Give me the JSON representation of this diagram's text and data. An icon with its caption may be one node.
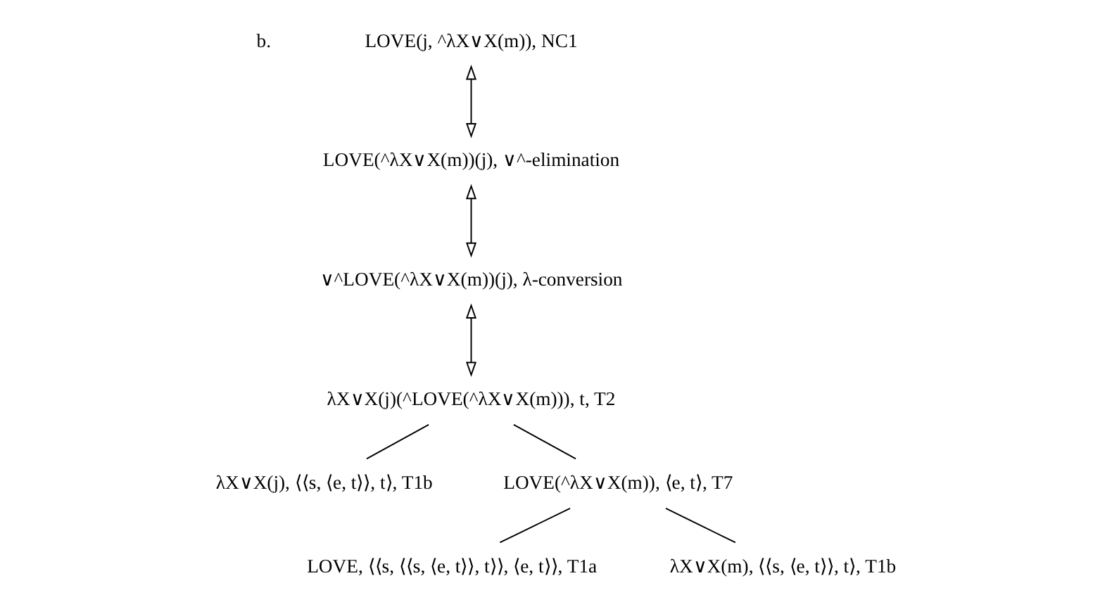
{
  "diagram": {
    "nodes": [
      {
        "text": [
          "LOVE(j, ^λX∨X(m)), NC1"
        ]
      },
      {
        "text": [
          "LOVE(^λX∨X(m))(j), ∨^-elimination"
        ]
      },
      {
        "text": [
          "∨^LOVE(^λX∨X(m))(j), λ-conversion"
        ]
      },
      {
        "text": [
          "λX∨X(j)(^LOVE(^λX∨X(m))), t, T2"
        ]
      },
      {
        "text": [
          "λX∨X(j), ⟨⟨s, ⟨e, t⟩⟩, t⟩, T1b"
        ]
      },
      {
        "text": [
          "LOVE(^λX∨X(m)), ⟨e, t⟩, T7"
        ]
      },
      {
        "text": [
          "LOVE, ⟨⟨s, ⟨⟨s, ⟨e, t⟩⟩, t⟩⟩, ⟨e, t⟩⟩, T1a"
        ]
      },
      {
        "text": [
          "λX∨X(m), ⟨⟨s, ⟨e, t⟩⟩, t⟩, T1b"
        ]
      }
    ],
    "edges": [
      {
        "from": 0,
        "to": 1,
        "arrow": "both"
      },
      {
        "from": 1,
        "to": 2,
        "arrow": "both"
      },
      {
        "from": 2,
        "to": 3,
        "arrow": "both"
      },
      {
        "from": 3,
        "to": 4,
        "arrow": "none"
      },
      {
        "from": 3,
        "to": 5,
        "arrow": "none"
      },
      {
        "from": 5,
        "to": 6,
        "arrow": "none"
      },
      {
        "from": 5,
        "to": 7,
        "arrow": "none"
      }
    ],
    "labels": [
      "b."
    ]
  }
}
